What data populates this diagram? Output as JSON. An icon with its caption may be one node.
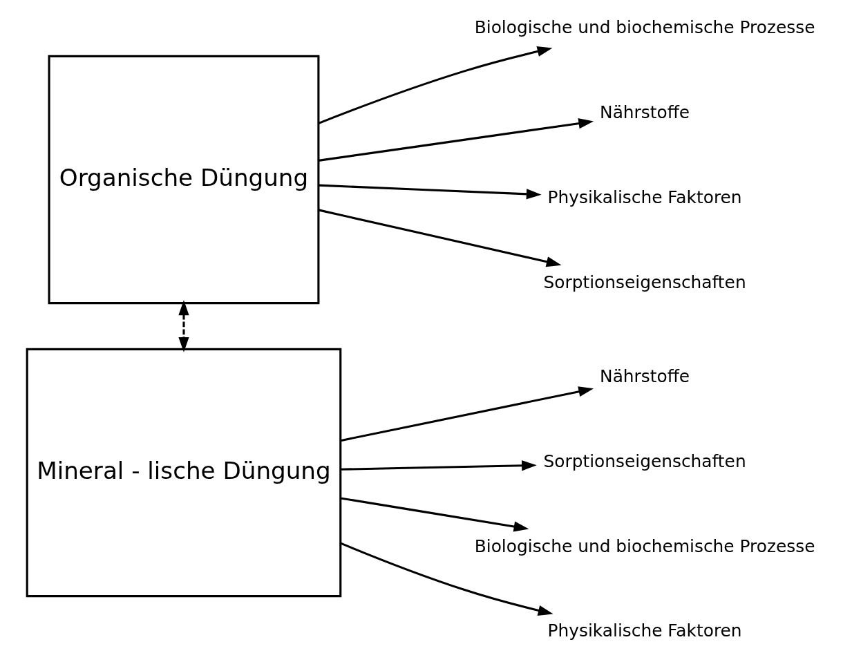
{
  "diagram": {
    "nodes": [
      {
        "text": [
          "Organische Düngung"
        ]
      },
      {
        "text": [
          "Biologische und biochemische Prozesse"
        ]
      },
      {
        "text": [
          "Nährstoffe"
        ]
      },
      {
        "text": [
          "Physikalische Faktoren"
        ]
      },
      {
        "text": [
          "Sorptionseigenschaften"
        ]
      },
      {
        "text": [
          "Mineral - lische Düngung"
        ]
      },
      {
        "text": [
          "Nährstoffe"
        ]
      },
      {
        "text": [
          "Sorptionseigenschaften"
        ]
      },
      {
        "text": [
          "Biologische und biochemische Prozesse"
        ]
      },
      {
        "text": [
          "Physikalische Faktoren"
        ]
      }
    ],
    "edges": [
      {
        "from": 0,
        "to": 1,
        "arrow": "to"
      },
      {
        "from": 0,
        "to": 2,
        "arrow": "to"
      },
      {
        "from": 0,
        "to": 3,
        "arrow": "to"
      },
      {
        "from": 0,
        "to": 4,
        "arrow": "to"
      },
      {
        "from": 0,
        "to": 5,
        "arrow": "both",
        "style": "dashed"
      },
      {
        "from": 5,
        "to": 6,
        "arrow": "to"
      },
      {
        "from": 5,
        "to": 7,
        "arrow": "to"
      },
      {
        "from": 5,
        "to": 8,
        "arrow": "to"
      },
      {
        "from": 5,
        "to": 9,
        "arrow": "to"
      }
    ]
  }
}
